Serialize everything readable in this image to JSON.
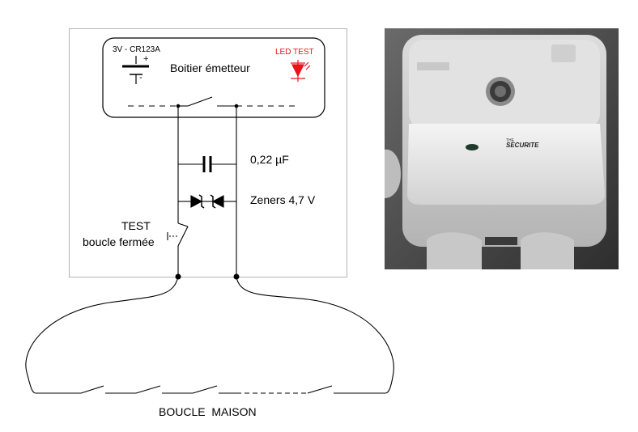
{
  "schematic": {
    "battery_label": "3V - CR123A",
    "battery_plus": "+",
    "battery_minus": "-",
    "box_title": "Boitier émetteur",
    "led_label": "LED TEST",
    "capacitor_label": "0,22 µF",
    "zener_label": "Zeners 4,7 V",
    "test_label": "TEST",
    "test_sublabel": "boucle fermée",
    "loop_label": "BOUCLE  MAISON"
  },
  "photo": {
    "brand": "SECURITE",
    "brand_prefix": "THE"
  },
  "colors": {
    "led_red": "#e8141c",
    "wire": "#000000",
    "frame": "#b4b4b4"
  }
}
